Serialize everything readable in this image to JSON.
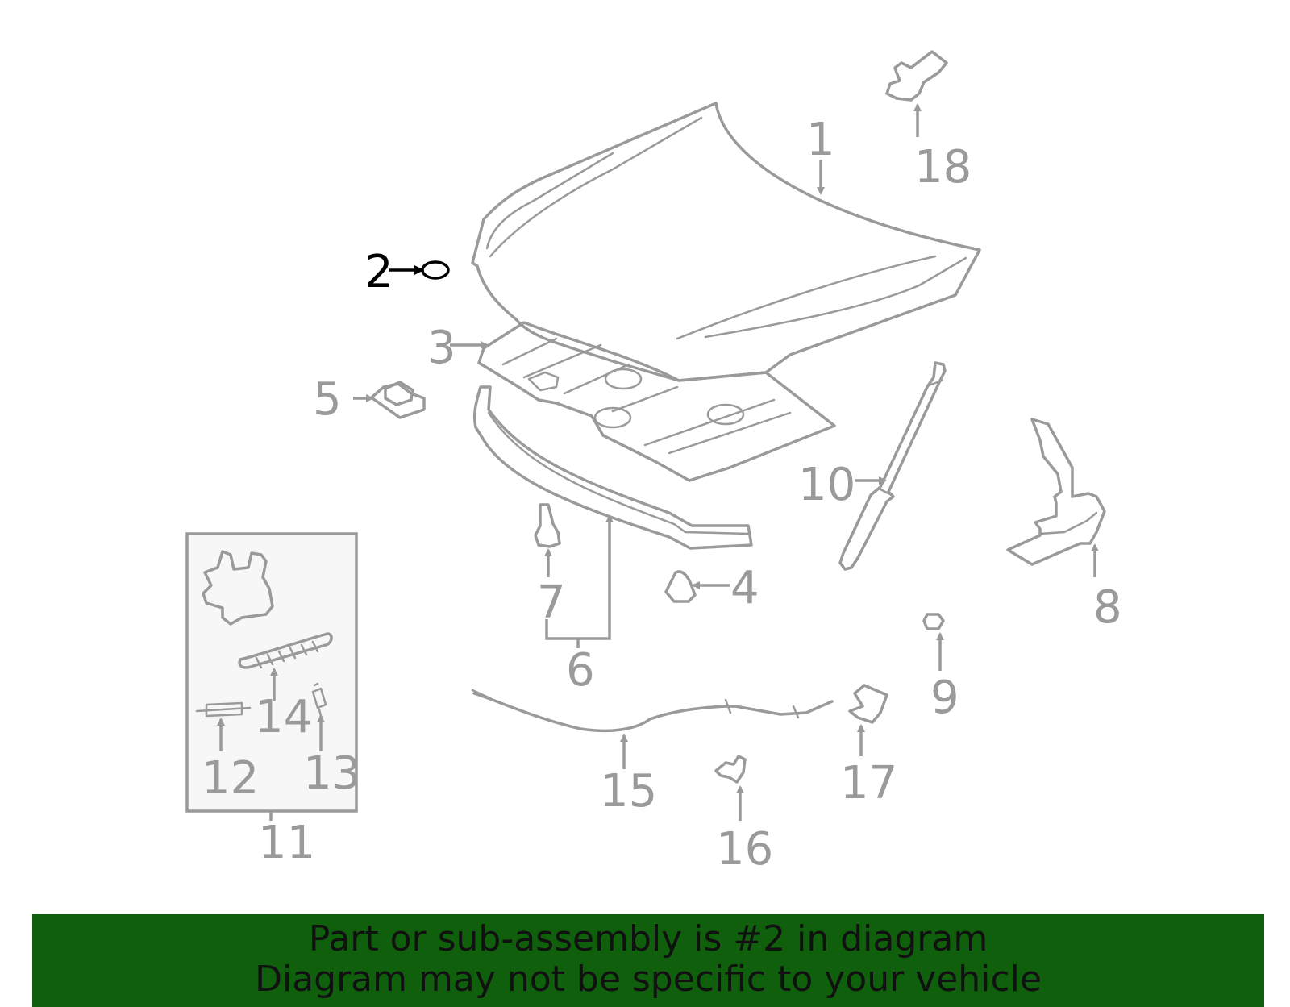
{
  "diagram": {
    "highlighted_part": "2",
    "callouts": {
      "c1": "1",
      "c2": "2",
      "c3": "3",
      "c4": "4",
      "c5": "5",
      "c6": "6",
      "c7": "7",
      "c8": "8",
      "c9": "9",
      "c10": "10",
      "c11": "11",
      "c12": "12",
      "c13": "13",
      "c14": "14",
      "c15": "15",
      "c16": "16",
      "c17": "17",
      "c18": "18"
    },
    "colors": {
      "line": "#9a9a9a",
      "highlight": "#000000",
      "banner": "#0f5f0c"
    }
  },
  "banner": {
    "line1": "Part or sub-assembly is #2 in diagram",
    "line2": "Diagram may not be specific to your vehicle"
  }
}
